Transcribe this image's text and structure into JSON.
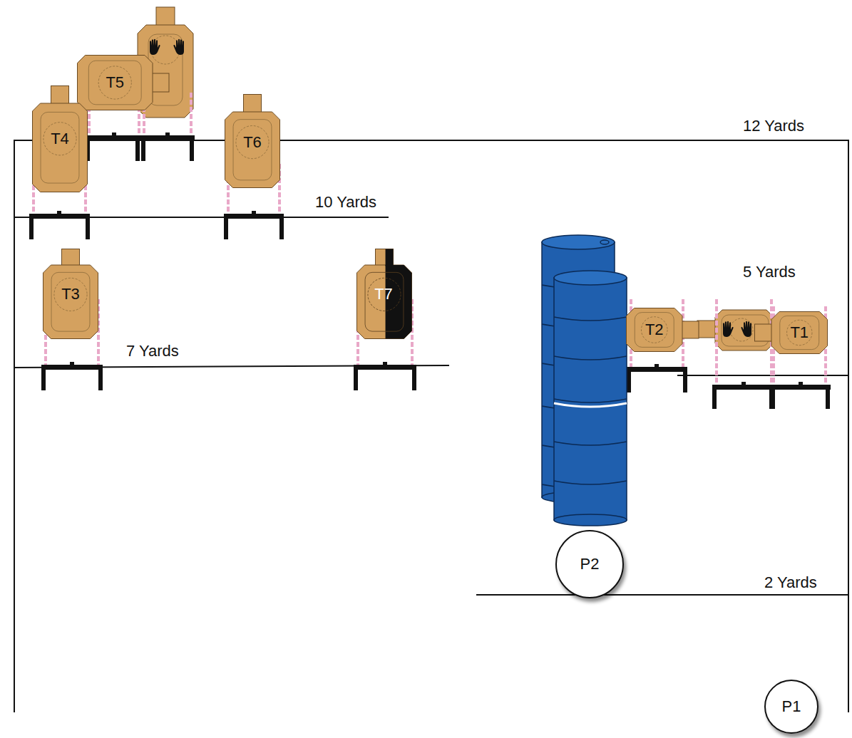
{
  "diagram": {
    "nodes": [
      {
        "text": [
          "T5"
        ]
      },
      {
        "text": [
          "T4"
        ]
      },
      {
        "text": [
          "T6"
        ]
      },
      {
        "text": [
          "T3"
        ]
      },
      {
        "text": [
          "T7"
        ]
      },
      {
        "text": [
          "T2"
        ]
      },
      {
        "text": [
          "T1"
        ]
      },
      {
        "text": [
          "P2"
        ]
      },
      {
        "text": [
          "P1"
        ]
      }
    ],
    "labels": [
      "12 Yards",
      "10 Yards",
      "5 Yards",
      "7 Yards",
      "2 Yards"
    ]
  }
}
